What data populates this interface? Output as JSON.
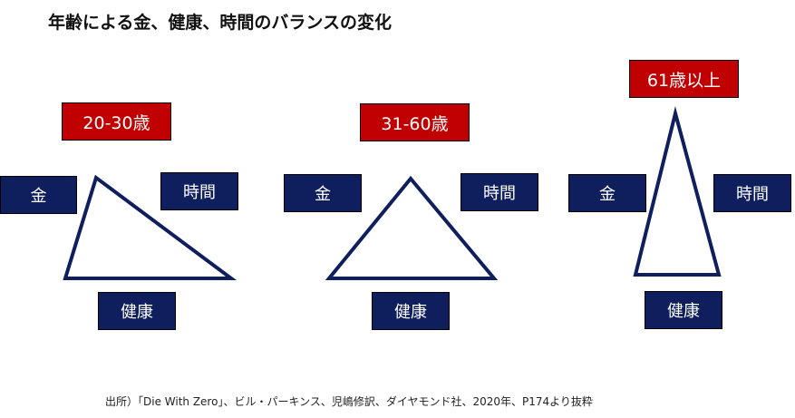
{
  "title": "年齢による金、健康、時間のバランスの変化",
  "stages": [
    {
      "age_label": "20-30歳",
      "money_label": "金",
      "time_label": "時間",
      "health_label": "健康"
    },
    {
      "age_label": "31-60歳",
      "money_label": "金",
      "time_label": "時間",
      "health_label": "健康"
    },
    {
      "age_label": "61歳以上",
      "money_label": "金",
      "time_label": "時間",
      "health_label": "健康"
    }
  ],
  "source": "出所）「Die With Zero」、ビル・パーキンス、児嶋修訳、ダイヤモンド社、2020年、P174より抜粋",
  "colors": {
    "age_box": "#c00000",
    "category_box": "#0f1f5e",
    "triangle_stroke": "#0f1f5e"
  }
}
